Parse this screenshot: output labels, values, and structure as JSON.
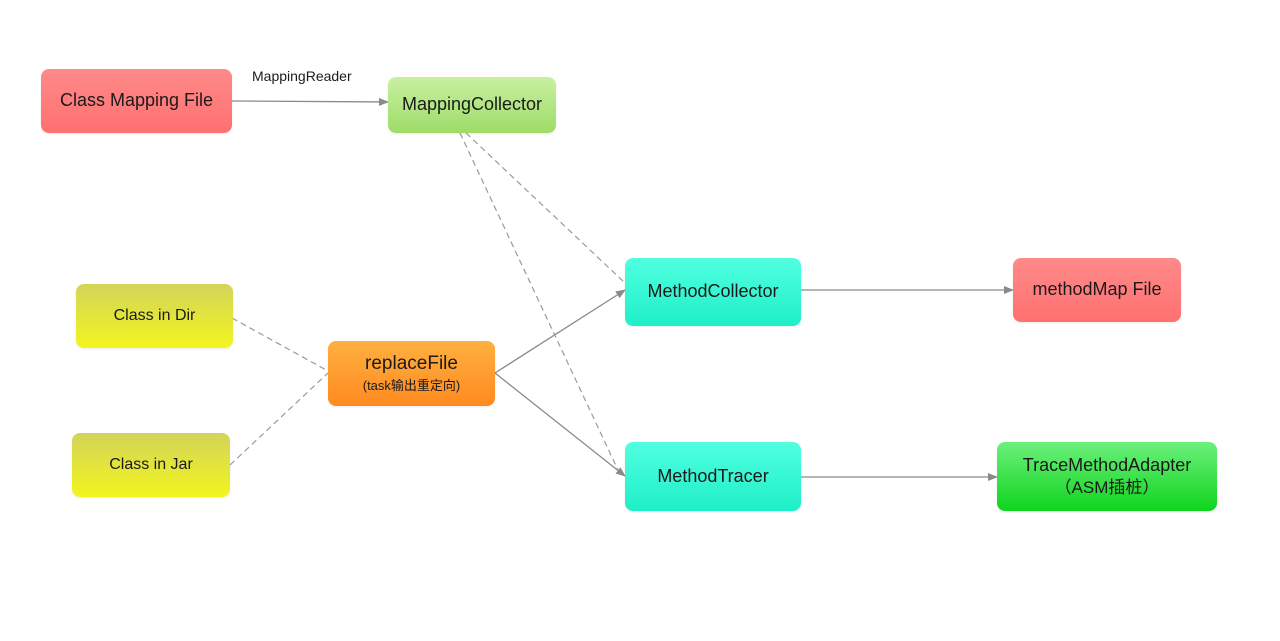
{
  "edge_labels": {
    "mapping_reader": "MappingReader"
  },
  "nodes": {
    "class_mapping_file": {
      "label": "Class Mapping File",
      "color_top": "#ff8a8a",
      "color_bottom": "#ff7070"
    },
    "mapping_collector": {
      "label": "MappingCollector",
      "color_top": "#c8f0a0",
      "color_bottom": "#9edc6a"
    },
    "class_in_dir": {
      "label": "Class in Dir",
      "color_top": "#d2d45a",
      "color_bottom": "#f2f51e"
    },
    "class_in_jar": {
      "label": "Class in Jar",
      "color_top": "#d2d45a",
      "color_bottom": "#f2f51e"
    },
    "replace_file": {
      "label": "replaceFile",
      "sublabel": "(task输出重定向)",
      "color_top": "#ffb040",
      "color_bottom": "#ff8a20"
    },
    "method_collector": {
      "label": "MethodCollector",
      "color_top": "#50ffe0",
      "color_bottom": "#1fefc8"
    },
    "method_tracer": {
      "label": "MethodTracer",
      "color_top": "#50ffe0",
      "color_bottom": "#1fefc8"
    },
    "method_map_file": {
      "label": "methodMap File",
      "color_top": "#ff8a8a",
      "color_bottom": "#ff7070"
    },
    "trace_method_adapter": {
      "label": "TraceMethodAdapter",
      "sublabel": "（ASM插桩）",
      "color_top": "#6cf07c",
      "color_bottom": "#10d41e"
    }
  }
}
